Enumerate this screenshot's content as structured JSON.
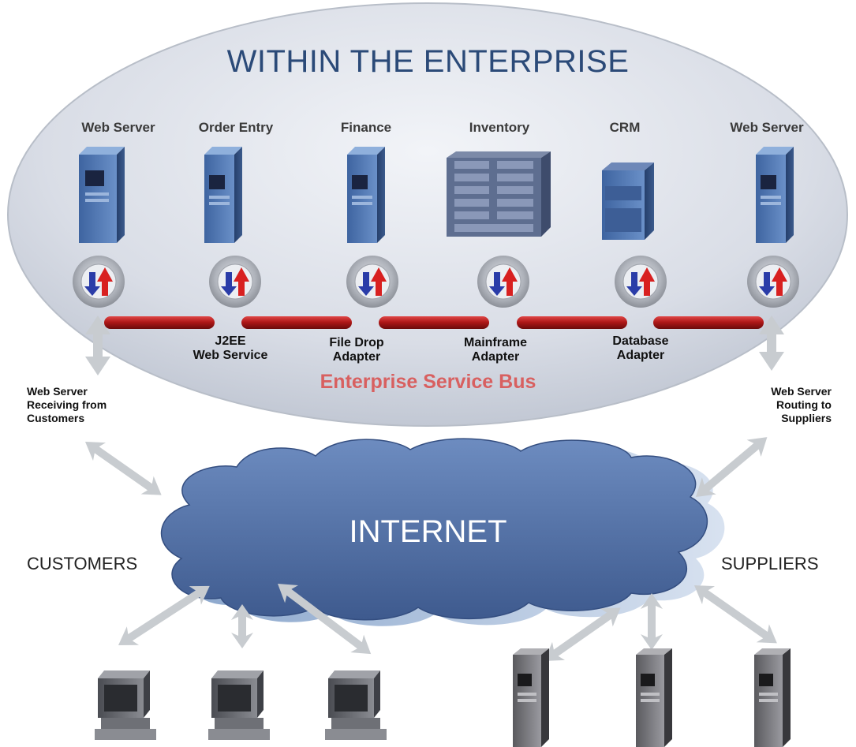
{
  "title": "WITHIN THE ENTERPRISE",
  "applications": [
    "Web Server",
    "Order Entry",
    "Finance",
    "Inventory",
    "CRM",
    "Web Server"
  ],
  "adapters": [
    {
      "line1": "J2EE",
      "line2": "Web Service"
    },
    {
      "line1": "File Drop",
      "line2": "Adapter"
    },
    {
      "line1": "Mainframe",
      "line2": "Adapter"
    },
    {
      "line1": "Database",
      "line2": "Adapter"
    }
  ],
  "bus_label": "Enterprise Service Bus",
  "left_note": {
    "line1": "Web Server",
    "line2": "Receiving from",
    "line3": "Customers"
  },
  "right_note": {
    "line1": "Web Server",
    "line2": "Routing to",
    "line3": "Suppliers"
  },
  "internet_label": "INTERNET",
  "customers_label": "CUSTOMERS",
  "suppliers_label": "SUPPLIERS",
  "colors": {
    "title": "#2b4a78",
    "bus_label": "#d86060",
    "pipe": "#b82020",
    "server_blue": "#4a6fa8",
    "cloud": "#4e6fa6",
    "arrow": "#c8ccd0"
  }
}
